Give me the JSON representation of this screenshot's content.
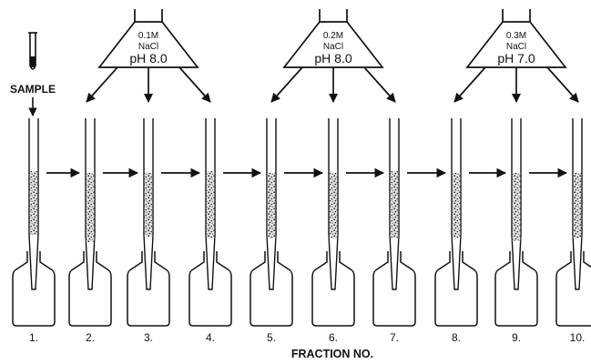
{
  "sample_label": "SAMPLE",
  "axis_title": "FRACTION NO.",
  "buffers": [
    {
      "molarity": "0.1M",
      "salt": "NaCl",
      "ph": "pH 8.0"
    },
    {
      "molarity": "0.2M",
      "salt": "NaCl",
      "ph": "pH 8.0"
    },
    {
      "molarity": "0.3M",
      "salt": "NaCl",
      "ph": "pH 7.0"
    }
  ],
  "fractions": [
    "1.",
    "2.",
    "3.",
    "4.",
    "5.",
    "6.",
    "7.",
    "8.",
    "9.",
    "10."
  ],
  "ink_color": "#111111"
}
